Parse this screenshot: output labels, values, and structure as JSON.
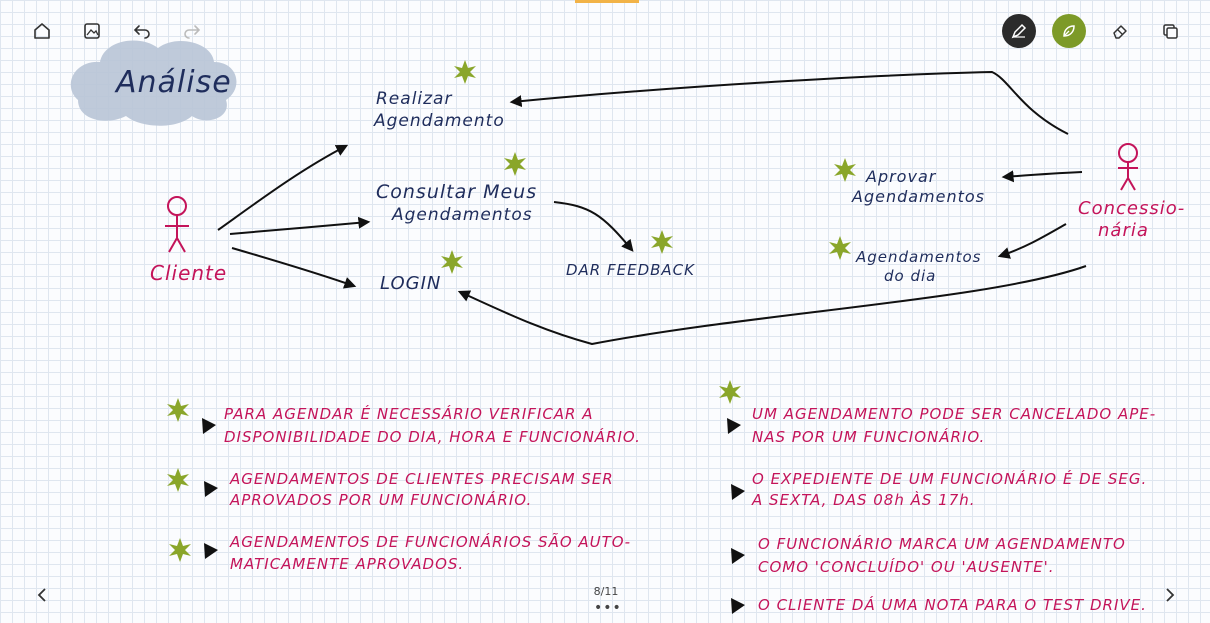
{
  "toolbar": {
    "home_icon": "home-icon",
    "insert_image_icon": "image-icon",
    "undo_icon": "undo-icon",
    "redo_icon": "redo-icon",
    "pen_icon": "pen-icon",
    "highlighter_icon": "highlighter-icon",
    "eraser_icon": "eraser-icon",
    "lasso_icon": "lasso-icon"
  },
  "colors": {
    "ink_blue": "#1f2d5c",
    "ink_pink": "#c4145a",
    "star_green": "#8aa62a",
    "cloud": "#b8c4d6"
  },
  "note": {
    "title": "Análise",
    "actors": {
      "client": "Cliente",
      "dealer_line1": "Concessio-",
      "dealer_line2": "nária"
    },
    "use_cases": {
      "schedule_line1": "Realizar",
      "schedule_line2": "Agendamento",
      "consult_line1": "Consultar Meus",
      "consult_line2": "Agendamentos",
      "login": "LOGIN",
      "feedback": "DAR FEEDBACK",
      "approve_line1": "Aprovar",
      "approve_line2": "Agendamentos",
      "daily_line1": "Agendamentos",
      "daily_line2": "do dia"
    },
    "rules_left": [
      {
        "line1": "PARA AGENDAR É NECESSÁRIO VERIFICAR A",
        "line2": "DISPONIBILIDADE DO DIA, HORA E FUNCIONÁRIO."
      },
      {
        "line1": "AGENDAMENTOS DE CLIENTES PRECISAM SER",
        "line2": "APROVADOS POR UM FUNCIONÁRIO."
      },
      {
        "line1": "AGENDAMENTOS DE FUNCIONÁRIOS SÃO AUTO-",
        "line2": "MATICAMENTE APROVADOS."
      }
    ],
    "rules_right": [
      {
        "line1": "UM AGENDAMENTO PODE SER CANCELADO APE-",
        "line2": "NAS POR UM FUNCIONÁRIO."
      },
      {
        "line1": "O EXPEDIENTE DE UM FUNCIONÁRIO É DE SEG.",
        "line2": "A SEXTA, DAS 08h ÀS 17h."
      },
      {
        "line1": "O FUNCIONÁRIO MARCA UM AGENDAMENTO",
        "line2": "COMO 'CONCLUÍDO' OU 'AUSENTE'."
      },
      {
        "line1": "O CLIENTE DÁ UMA NOTA PARA O TEST DRIVE.",
        "line2": ""
      }
    ]
  },
  "pager": {
    "label": "8/11",
    "dots": "•••"
  }
}
